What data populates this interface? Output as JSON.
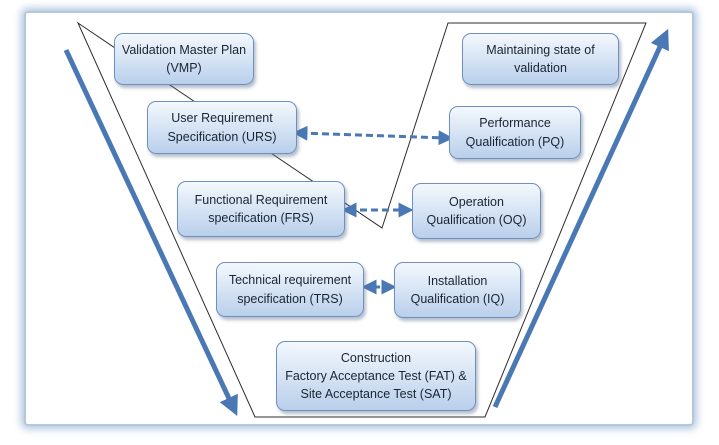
{
  "boxes": {
    "vmp": [
      "Validation Master Plan",
      "(VMP)"
    ],
    "maintain": [
      "Maintaining state of",
      "validation"
    ],
    "urs": [
      "User Requirement",
      "Specification (URS)"
    ],
    "pq": [
      "Performance",
      "Qualification (PQ)"
    ],
    "frs": [
      "Functional Requirement",
      "specification (FRS)"
    ],
    "oq": [
      "Operation",
      "Qualification (OQ)"
    ],
    "trs": [
      "Technical requirement",
      "specification (TRS)"
    ],
    "iq": [
      "Installation",
      "Qualification (IQ)"
    ],
    "construction": [
      "Construction",
      "Factory Acceptance Test (FAT) &",
      "Site Acceptance Test (SAT)"
    ]
  },
  "colors": {
    "arrow": "#4a78b4",
    "outline": "#2c2c2c",
    "frame_glow": "#9bb6d8"
  },
  "connectors": [
    {
      "from": "urs",
      "to": "pq",
      "style": "dashed-double-arrow"
    },
    {
      "from": "frs",
      "to": "oq",
      "style": "dashed-double-arrow"
    },
    {
      "from": "trs",
      "to": "iq",
      "style": "dashed-double-arrow"
    }
  ]
}
